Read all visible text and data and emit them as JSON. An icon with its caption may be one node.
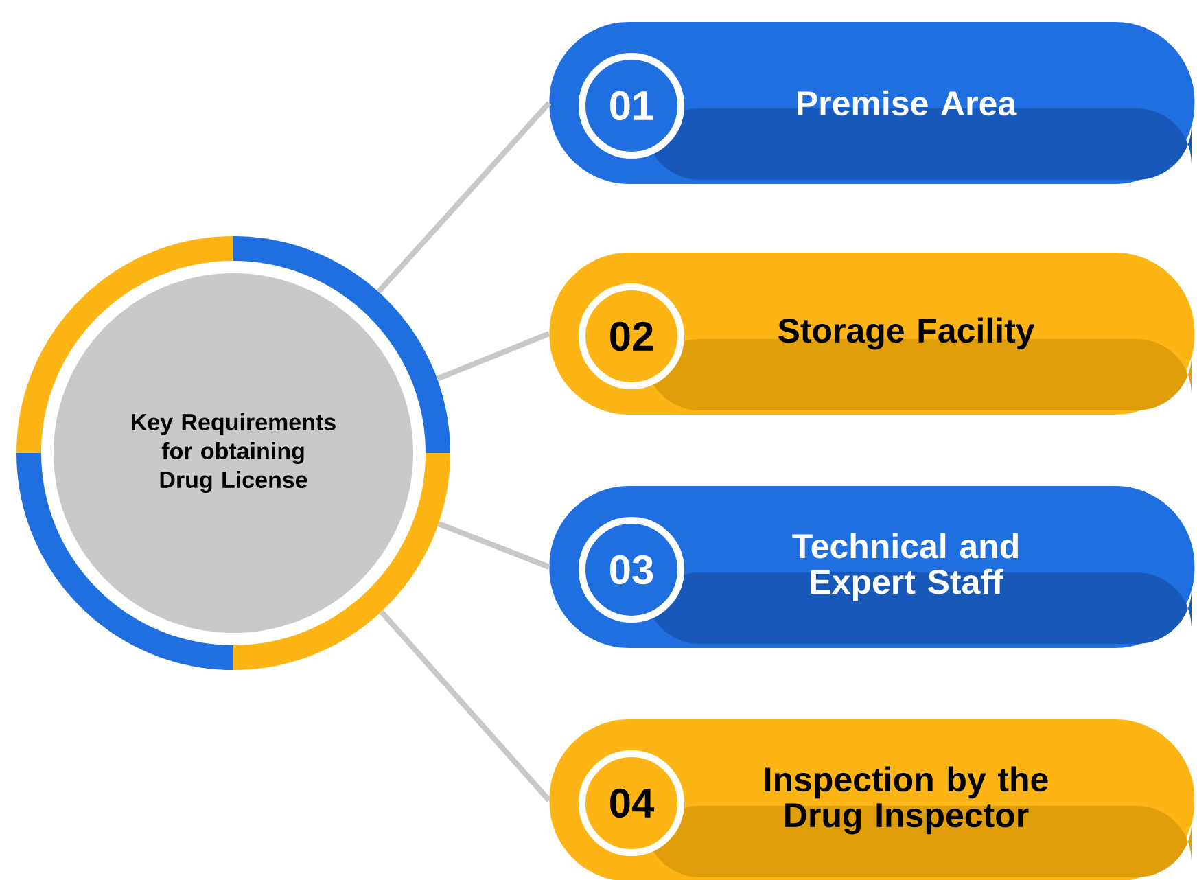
{
  "diagram": {
    "nodes": [
      {
        "text": [
          "Key Requirements for obtaining Drug License"
        ]
      },
      {
        "text": [
          "01",
          "Premise Area"
        ]
      },
      {
        "text": [
          "02",
          "Storage Facility"
        ]
      },
      {
        "text": [
          "03",
          "Technical and Expert Staff"
        ]
      },
      {
        "text": [
          "04",
          "Inspection by the Drug Inspector"
        ]
      }
    ],
    "edges": [
      {
        "from": 0,
        "to": 1,
        "arrow": "none"
      },
      {
        "from": 0,
        "to": 2,
        "arrow": "none"
      },
      {
        "from": 0,
        "to": 3,
        "arrow": "none"
      },
      {
        "from": 0,
        "to": 4,
        "arrow": "none"
      }
    ]
  }
}
